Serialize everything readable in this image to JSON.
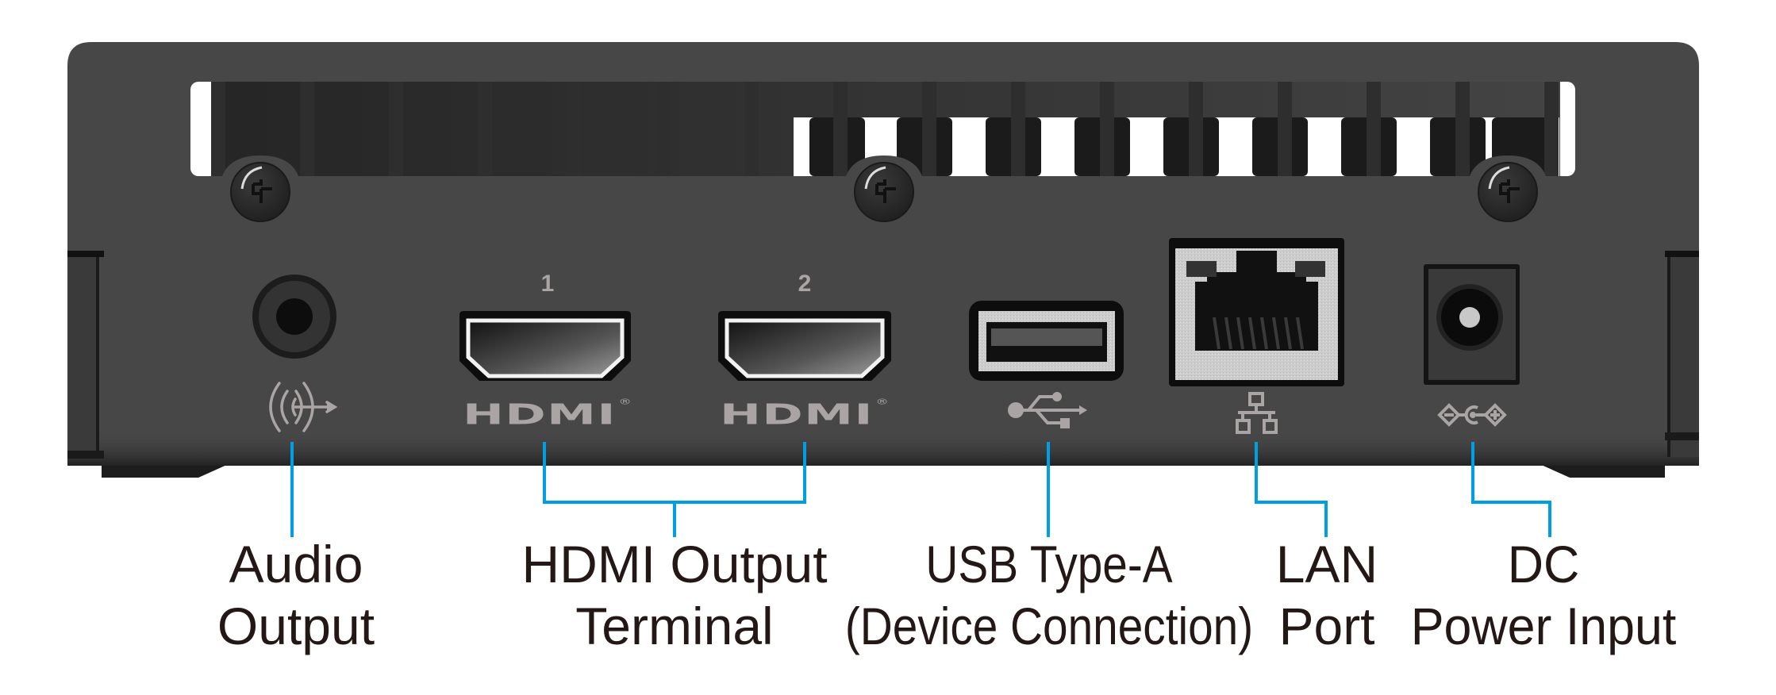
{
  "diagram": {
    "subject": "Device rear panel with labeled ports",
    "colors": {
      "chassis": "#474747",
      "chassis_dark": "#2b2b2b",
      "port_metal": "#cfcfcf",
      "icon_gray": "#aaa5a4",
      "callout_line": "#009fe3",
      "label_text": "#231815",
      "background": "#ffffff"
    },
    "port_markings": {
      "hdmi1_number": "1",
      "hdmi2_number": "2",
      "hdmi_logo": "HDMI",
      "hdmi_registered": "®"
    },
    "icons": {
      "audio": "audio-output-icon",
      "hdmi": "hdmi-logo-icon",
      "usb": "usb-icon",
      "lan": "network-icon",
      "dc": "dc-polarity-icon",
      "screw": "phillips-screw-icon"
    },
    "labels": {
      "audio": {
        "line1": "Audio",
        "line2": "Output"
      },
      "hdmi": {
        "line1": "HDMI Output",
        "line2": "Terminal"
      },
      "usb": {
        "line1": "USB Type-A",
        "line2": "(Device Connection)"
      },
      "lan": {
        "line1": "LAN",
        "line2": "Port"
      },
      "dc": {
        "line1": "DC",
        "line2": "Power Input"
      }
    }
  }
}
